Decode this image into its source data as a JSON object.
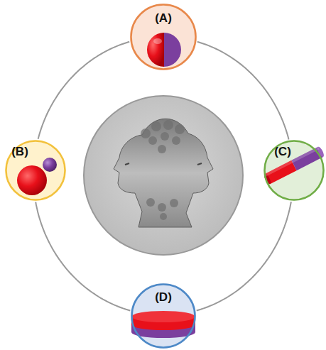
{
  "diagram": {
    "nodes": [
      {
        "text": [
          "(A)"
        ]
      },
      {
        "text": [
          "(B)"
        ]
      },
      {
        "text": [
          "(C)"
        ]
      },
      {
        "text": [
          "(D)"
        ]
      }
    ],
    "edges": [
      {
        "from": 0,
        "to": 2,
        "arrow": "none"
      },
      {
        "from": 2,
        "to": 3,
        "arrow": "none"
      },
      {
        "from": 3,
        "to": 1,
        "arrow": "none"
      },
      {
        "from": 1,
        "to": 0,
        "arrow": "none"
      }
    ]
  }
}
